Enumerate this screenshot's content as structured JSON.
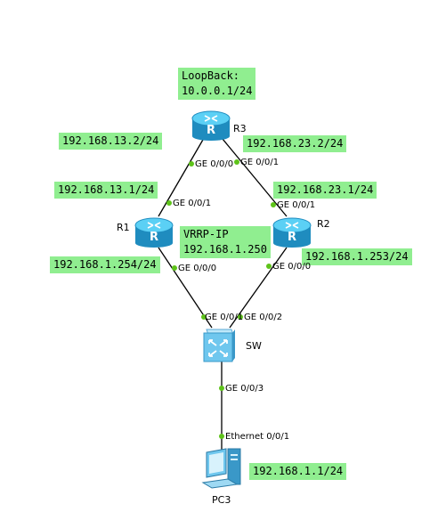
{
  "devices": {
    "r1": {
      "name": "R1",
      "icon": "router-icon"
    },
    "r2": {
      "name": "R2",
      "icon": "router-icon"
    },
    "r3": {
      "name": "R3",
      "icon": "router-icon"
    },
    "sw": {
      "name": "SW",
      "icon": "switch-icon"
    },
    "pc3": {
      "name": "PC3",
      "icon": "pc-icon"
    }
  },
  "labels": {
    "loopback": "LoopBack:\n10.0.0.1/24",
    "r3_to_r1_ip": "192.168.13.2/24",
    "r3_to_r2_ip": "192.168.23.2/24",
    "r1_to_r3_ip": "192.168.13.1/24",
    "r2_to_r3_ip": "192.168.23.1/24",
    "vrrp": "VRRP-IP\n192.168.1.250",
    "r1_lan_ip": "192.168.1.254/24",
    "r2_lan_ip": "192.168.1.253/24",
    "pc3_ip": "192.168.1.1/24"
  },
  "ports": {
    "r3_p1": "GE 0/0/0",
    "r3_p2": "GE 0/0/1",
    "r1_p1": "GE 0/0/1",
    "r1_p2": "GE 0/0/0",
    "r2_p1": "GE 0/0/1",
    "r2_p2": "GE 0/0/0",
    "sw_p1": "GE 0/0/1",
    "sw_p2": "GE 0/0/2",
    "sw_p3": "GE 0/0/3",
    "pc_p1": "Ethernet 0/0/1"
  },
  "colors": {
    "label_bg": "#90ee90",
    "port_dot": "#5ec31a",
    "link": "#000000",
    "router": "#3fb8e6"
  }
}
